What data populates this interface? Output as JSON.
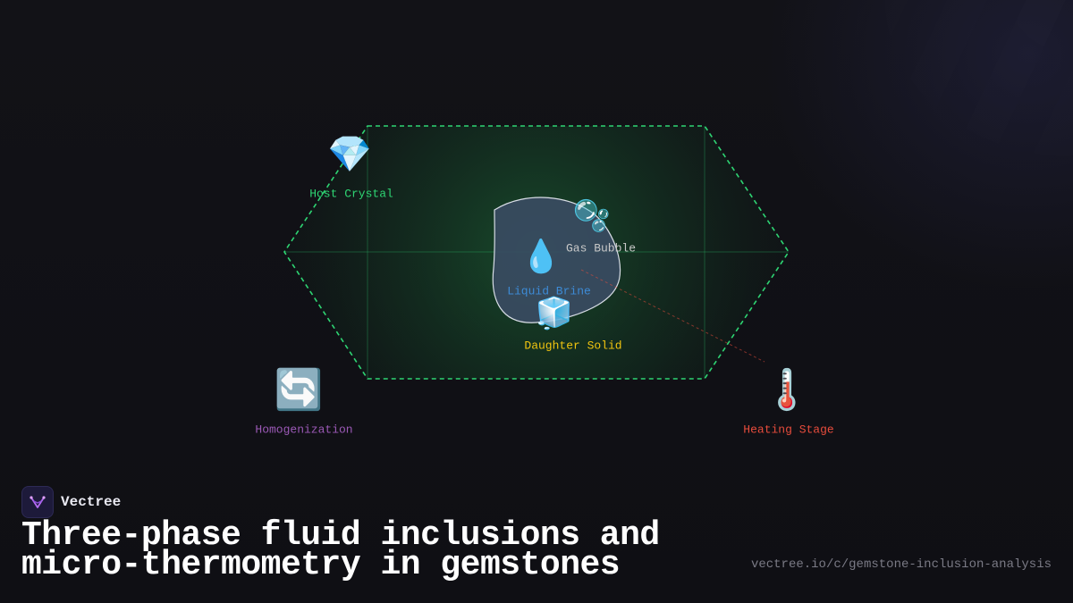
{
  "colors": {
    "hexagon_stroke": "#2ed573",
    "host": "#2ed573",
    "gas": "#c8c8c8",
    "brine": "#3d8bd6",
    "daughter": "#f1c40f",
    "homog": "#9b59b6",
    "heating": "#e74c3c"
  },
  "nodes": {
    "host_crystal": {
      "icon": "gem-icon",
      "emoji": "💎",
      "label": "Host Crystal"
    },
    "gas_bubble": {
      "icon": "bubbles-icon",
      "emoji": "🫧",
      "label": "Gas Bubble"
    },
    "liquid_brine": {
      "icon": "droplet-icon",
      "emoji": "💧",
      "label": "Liquid Brine"
    },
    "daughter_solid": {
      "icon": "ice-cube-icon",
      "emoji": "🧊",
      "label": "Daughter Solid"
    },
    "homogenization": {
      "icon": "cycle-arrows-icon",
      "emoji": "🔄",
      "label": "Homogenization"
    },
    "heating_stage": {
      "icon": "thermometer-icon",
      "emoji": "🌡️",
      "label": "Heating Stage"
    }
  },
  "brand": {
    "name": "Vectree",
    "icon": "vectree-logo-icon"
  },
  "title": "Three-phase fluid inclusions and micro-thermometry in gemstones",
  "url": "vectree.io/c/gemstone-inclusion-analysis"
}
